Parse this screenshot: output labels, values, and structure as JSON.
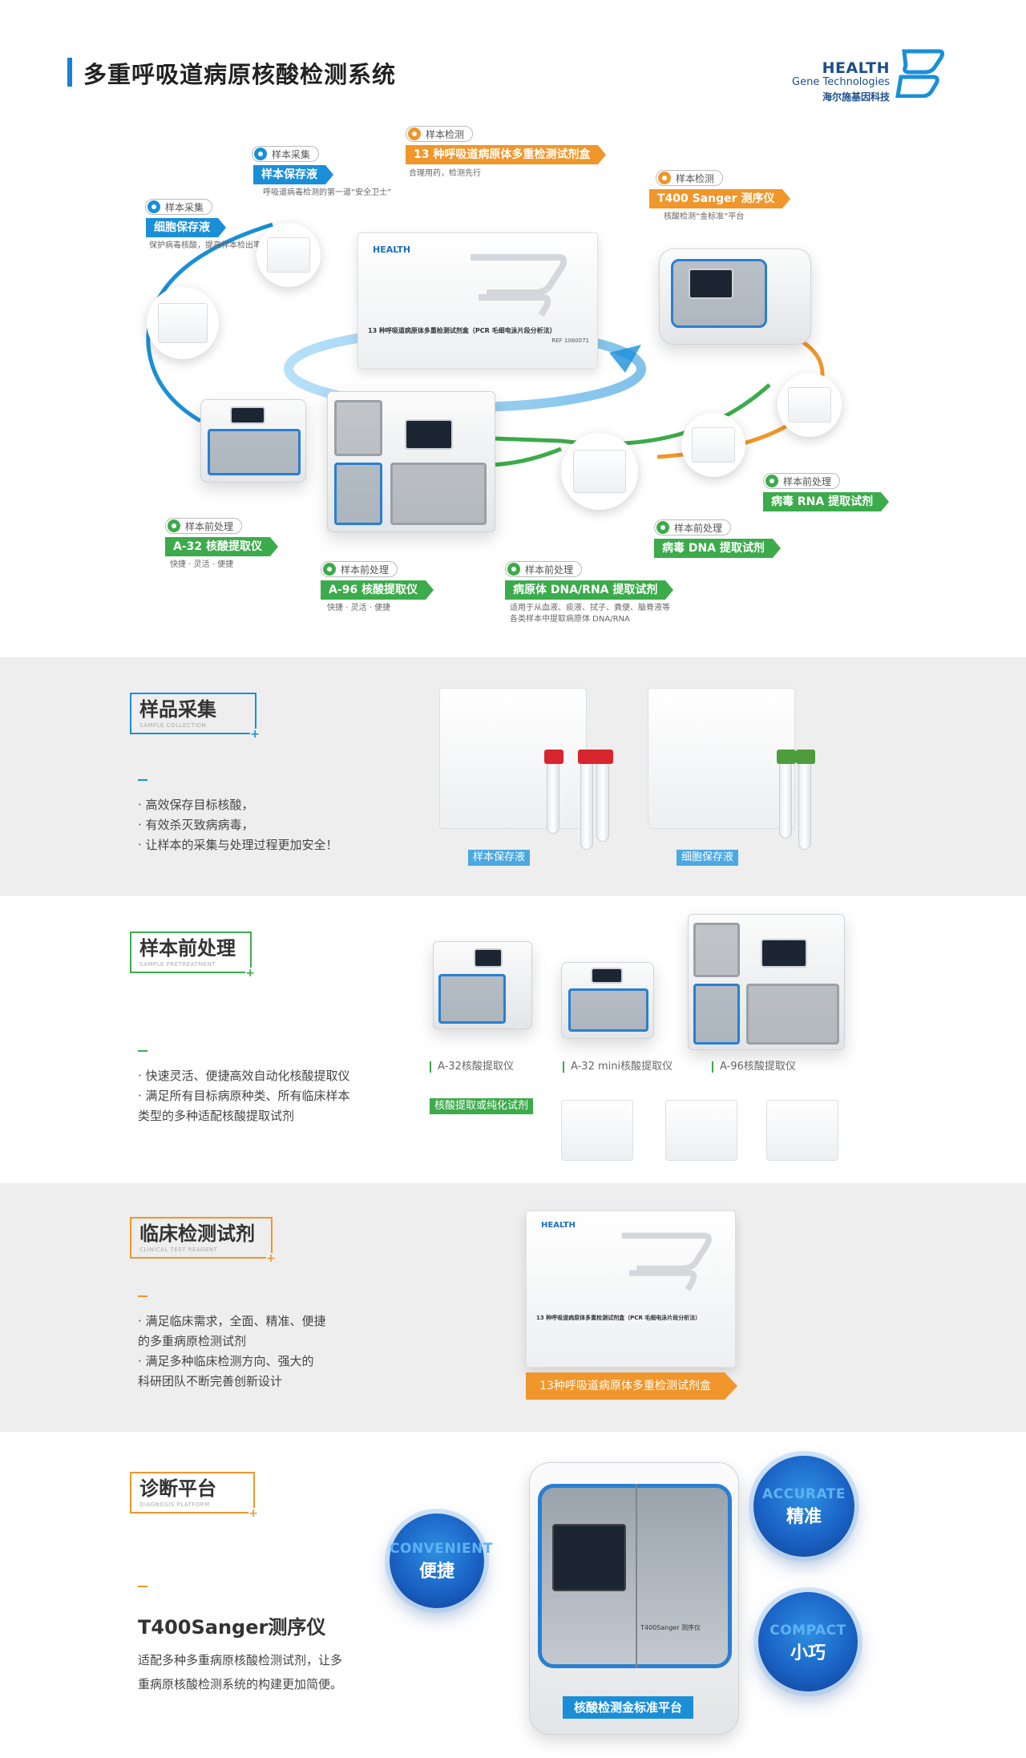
{
  "header": {
    "title": "多重呼吸道病原核酸检测系统",
    "logo": {
      "en_line1": "HEALTH",
      "en_line2": "Gene Technologies",
      "cn": "海尔施基因科技"
    }
  },
  "hero": {
    "steps": [
      {
        "pill": "样本采集",
        "tag": "细胞保存液",
        "desc": "保护病毒核酸，提高样本检出率",
        "color": "blue"
      },
      {
        "pill": "样本采集",
        "tag": "样本保存液",
        "desc": "呼吸道病毒检测的第一道“安全卫士”",
        "color": "blue"
      },
      {
        "pill": "样本检测",
        "tag": "13 种呼吸道病原体多重检测试剂盒",
        "desc": "合理用药，检测先行",
        "color": "orange"
      },
      {
        "pill": "样本检测",
        "tag": "T400 Sanger 测序仪",
        "desc": "核酸检测“金标准”平台",
        "color": "orange"
      },
      {
        "pill": "样本前处理",
        "tag": "病毒 RNA 提取试剂",
        "desc": "",
        "color": "green"
      },
      {
        "pill": "样本前处理",
        "tag": "病毒 DNA 提取试剂",
        "desc": "",
        "color": "green"
      },
      {
        "pill": "样本前处理",
        "tag": "病原体 DNA/RNA 提取试剂",
        "desc": "适用于从血液、痰液、拭子、粪便、脑脊液等",
        "desc2": "各类样本中提取病原体 DNA/RNA",
        "color": "green"
      },
      {
        "pill": "样本前处理",
        "tag": "A-96 核酸提取仪",
        "desc": "快捷 · 灵活 · 便捷",
        "color": "green"
      },
      {
        "pill": "样本前处理",
        "tag": "A-32 核酸提取仪",
        "desc": "快捷 · 灵活 · 便捷",
        "color": "green"
      }
    ],
    "kit_box": {
      "brand": "HEALTH",
      "title": "13 种呼吸道病原体多重检测试剂盒（PCR 毛细电泳片段分析法）",
      "ref": "REF 1060071"
    }
  },
  "sections": {
    "sampling": {
      "title": "样品采集",
      "subtitle": "SAMPLE COLLECTION",
      "bullets": [
        "· 高效保存目标核酸，",
        "· 有效杀灭致病病毒，",
        "· 让样本的采集与处理过程更加安全！"
      ],
      "products": [
        "样本保存液",
        "细胞保存液"
      ]
    },
    "pretreatment": {
      "title": "样本前处理",
      "subtitle": "SAMPLE PRETREATMENT",
      "bullets": [
        "· 快速灵活、便捷高效自动化核酸提取仪",
        "· 满足所有目标病原种类、所有临床样本",
        "类型的多种适配核酸提取试剂"
      ],
      "instruments": [
        "A-32核酸提取仪",
        "A-32 mini核酸提取仪",
        "A-96核酸提取仪"
      ],
      "reagent_caption": "核酸提取或纯化试剂"
    },
    "clinical": {
      "title": "临床检测试剂",
      "subtitle": "CLINICAL TEST REAGENT",
      "bullets": [
        "· 满足临床需求，全面、精准、便捷",
        "的多重病原检测试剂",
        "· 满足多种临床检测方向、强大的",
        "科研团队不断完善创新设计"
      ],
      "product_caption": "13种呼吸道病原体多重检测试剂盒"
    },
    "platform": {
      "title": "诊断平台",
      "subtitle": "DIAGNOSIS PLATFORM",
      "product_name": "T400Sanger测序仪",
      "desc_lines": [
        "适配多种多重病原核酸检测试剂，让多",
        "重病原核酸检测系统的构建更加简便。"
      ],
      "features": [
        {
          "en": "CONVENIENT",
          "cn": "便捷"
        },
        {
          "en": "ACCURATE",
          "cn": "精准"
        },
        {
          "en": "COMPACT",
          "cn": "小巧"
        }
      ],
      "platform_tag": "核酸检测金标准平台",
      "device_label": "T400Sanger 测序仪"
    }
  },
  "colors": {
    "blue": "#1a8fd8",
    "orange": "#f0962a",
    "green": "#3cab4b",
    "navy": "#1c4e8c"
  }
}
